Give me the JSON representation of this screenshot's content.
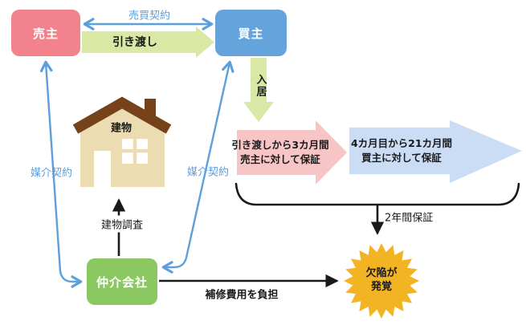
{
  "colors": {
    "seller_box": "#F2828C",
    "buyer_box": "#64A3DC",
    "agent_box": "#8CC862",
    "green_arrow": "#D9E8A5",
    "pink_arrow": "#F8C5C6",
    "blue_arrow": "#CBDCF5",
    "blue_line": "#5C9FDC",
    "black_line": "#1A1A1A",
    "burst": "#F3B424",
    "house_wall": "#EBDCB2",
    "house_roof": "#76421A",
    "white": "#FFFFFF"
  },
  "nodes": {
    "seller": "売主",
    "buyer": "買主",
    "agent": "仲介会社",
    "building": "建物"
  },
  "labels": {
    "sales_contract": "売買契約",
    "handover": "引き渡し",
    "move_in": "入居",
    "brokerage_left": "媒介契約",
    "brokerage_right": "媒介契約",
    "building_survey": "建物調査",
    "repair_cost": "補修費用を負担",
    "two_year_warranty": "2年間保証"
  },
  "warranty_phases": {
    "phase1": {
      "line1": "引き渡しから3カ月間",
      "line2": "売主に対して保証"
    },
    "phase2": {
      "line1": "4カ月目から21カ月間",
      "line2": "買主に対して保証"
    }
  },
  "burst": {
    "line1": "欠陥が",
    "line2": "発覚"
  }
}
